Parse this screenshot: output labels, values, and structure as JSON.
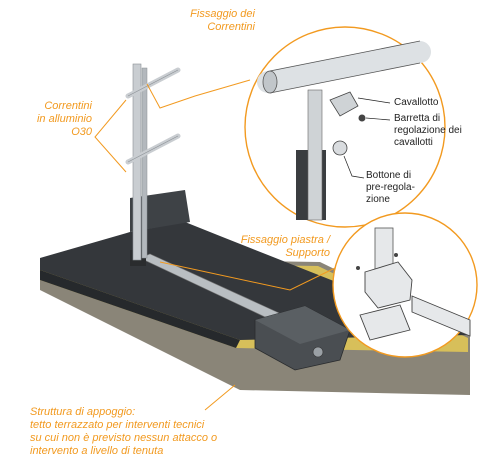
{
  "labels": {
    "fissaggio_correntini": [
      "Fissaggio dei",
      "Correntini"
    ],
    "correntini_alluminio": [
      "Correntini",
      "in alluminio",
      "O30"
    ],
    "fissaggio_piastra": [
      "Fissaggio piastra /",
      "Supporto"
    ],
    "struttura_appoggio": [
      "Struttura di appoggio:",
      "tetto terrazzato per interventi tecnici",
      "su cui non è previsto nessun attacco o",
      "intervento a livello di tenuta"
    ]
  },
  "detail_labels": {
    "cavallotto": "Cavallotto",
    "barretta": [
      "Barretta di",
      "regolazione dei",
      "cavallotti"
    ],
    "bottone": [
      "Bottone di",
      "pre-regola-",
      "zione"
    ]
  },
  "colors": {
    "accent": "#f29a20",
    "roof_top": "#2f3236",
    "roof_edge": "#d8c060",
    "concrete": "#8a8578",
    "metal": "#cfd3d6"
  }
}
